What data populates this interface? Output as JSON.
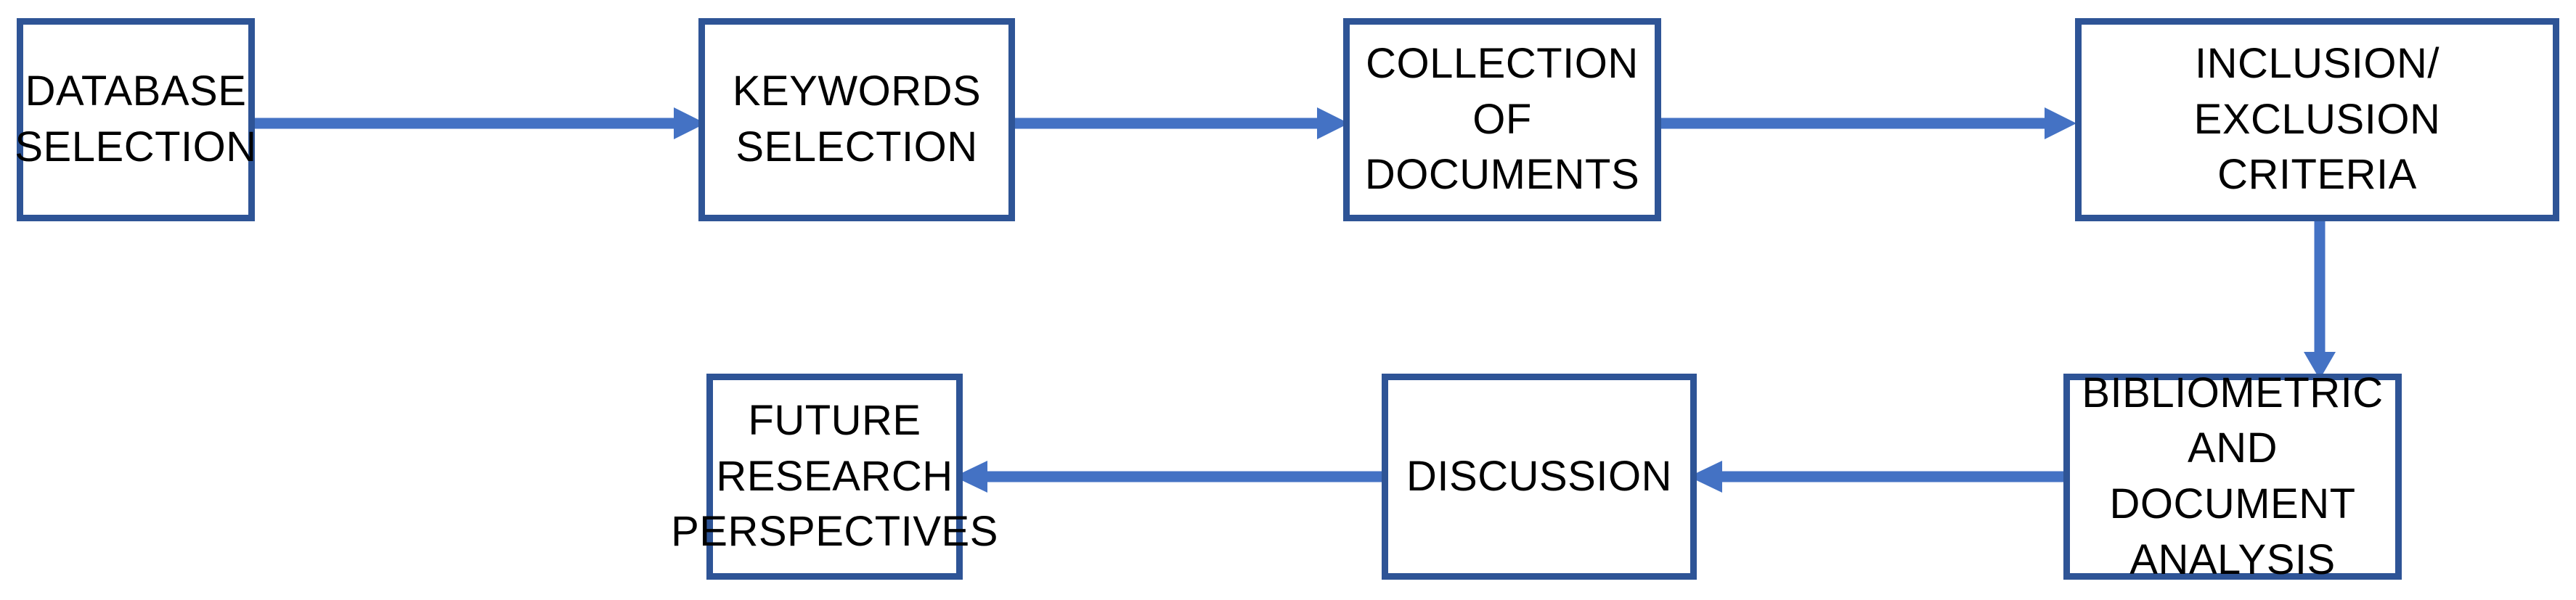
{
  "diagram": {
    "title": "Research methodology flowchart",
    "colors": {
      "node_border": "#2E5496",
      "node_fill": "#FFFFFF",
      "connector": "#4472C4",
      "text": "#000000",
      "background": "#FFFFFF"
    },
    "nodes": [
      {
        "id": "database-selection",
        "label": "DATABASE\nSELECTION",
        "lines": [
          "DATABASE",
          "SELECTION"
        ],
        "row": "top",
        "order": 1
      },
      {
        "id": "keywords-selection",
        "label": "KEYWORDS\nSELECTION",
        "lines": [
          "KEYWORDS",
          "SELECTION"
        ],
        "row": "top",
        "order": 2
      },
      {
        "id": "collection-of-documents",
        "label": "COLLECTION OF\nDOCUMENTS",
        "lines": [
          "COLLECTION OF",
          "DOCUMENTS"
        ],
        "row": "top",
        "order": 3
      },
      {
        "id": "inclusion-exclusion-criteria",
        "label": "INCLUSION/\nEXCLUSION\nCRITERIA",
        "lines": [
          "INCLUSION/",
          "EXCLUSION",
          "CRITERIA"
        ],
        "row": "top",
        "order": 4
      },
      {
        "id": "bibliometric-and-document-analysis",
        "label": "BIBLIOMETRIC\nAND DOCUMENT\nANALYSIS",
        "lines": [
          "BIBLIOMETRIC",
          "AND DOCUMENT",
          "ANALYSIS"
        ],
        "row": "bottom",
        "order": 5
      },
      {
        "id": "discussion",
        "label": "DISCUSSION",
        "lines": [
          "DISCUSSION"
        ],
        "row": "bottom",
        "order": 6
      },
      {
        "id": "future-research-perspectives",
        "label": "FUTURE RESEARCH\nPERSPECTIVES",
        "lines": [
          "FUTURE RESEARCH",
          "PERSPECTIVES"
        ],
        "row": "bottom",
        "order": 7
      }
    ],
    "edges": [
      {
        "id": "edge-1",
        "from": "database-selection",
        "to": "keywords-selection",
        "direction": "right"
      },
      {
        "id": "edge-2",
        "from": "keywords-selection",
        "to": "collection-of-documents",
        "direction": "right"
      },
      {
        "id": "edge-3",
        "from": "collection-of-documents",
        "to": "inclusion-exclusion-criteria",
        "direction": "right"
      },
      {
        "id": "edge-4",
        "from": "inclusion-exclusion-criteria",
        "to": "bibliometric-and-document-analysis",
        "direction": "down"
      },
      {
        "id": "edge-5",
        "from": "bibliometric-and-document-analysis",
        "to": "discussion",
        "direction": "left"
      },
      {
        "id": "edge-6",
        "from": "discussion",
        "to": "future-research-perspectives",
        "direction": "left"
      }
    ]
  }
}
